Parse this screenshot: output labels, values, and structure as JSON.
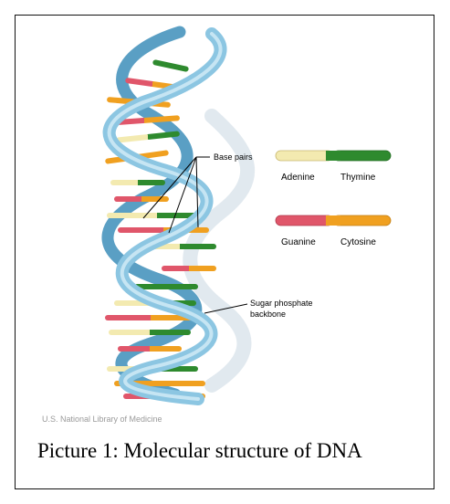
{
  "diagram": {
    "callouts": {
      "base_pairs": "Base pairs",
      "backbone_line1": "Sugar phosphate",
      "backbone_line2": "backbone"
    },
    "legend": {
      "pair1": {
        "left": "Adenine",
        "right": "Thymine",
        "left_color": "#f3eab0",
        "right_color": "#2e8a2e"
      },
      "pair2": {
        "left": "Guanine",
        "right": "Cytosine",
        "left_color": "#e0566a",
        "right_color": "#f0a020"
      }
    },
    "colors": {
      "backbone": "#8cc6e2",
      "backbone_dark": "#5a9fc4",
      "shadow": "#c9d7e2"
    }
  },
  "credit": "U.S. National Library of Medicine",
  "caption": "Picture 1: Molecular structure of DNA"
}
